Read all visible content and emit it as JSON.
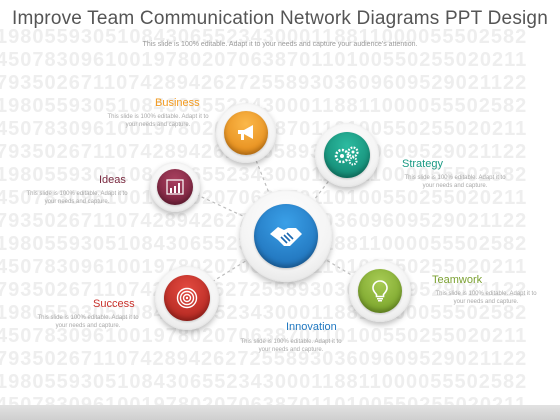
{
  "title": "Improve Team Communication Network Diagrams PPT Design",
  "subtitle": "This slide is 100% editable. Adapt it to your needs and capture your audience's attention.",
  "background_digits": [
    "19805593051084306552343000118811000055502582",
    "45078309610019780207063870110100550255020211",
    "79350267110742894262725589303609609529021122",
    "19805593051084306552343000118811000055502582",
    "45078309610019780207063870110100550255020211",
    "79350267110742894262725589303609609529021122",
    "19805593051084306552343000118811000055502582",
    "45078309610019780207063870110100550255020211",
    "79350267110742894262725589303609609529021122",
    "19805593051084306552343000118811000055502582",
    "45078309610019780207063870110100550255020211",
    "79350267110742894262725589303609609529021122",
    "19805593051084306552343000118811000055502582",
    "45078309610019780207063870110100550255020211",
    "79350267110742894262725589303609609529021122",
    "19805593051084306552343000118811000055502582",
    "45078309610019780207063870110100550255020211"
  ],
  "center": {
    "icon": "handshake-icon",
    "color": "#1f78c1"
  },
  "nodes": [
    {
      "id": "business",
      "label": "Business",
      "desc": "This slide is 100% editable. Adapt it to your needs and capture.",
      "icon": "megaphone-icon",
      "color": "#f29a1f",
      "label_color": "#f29a1f"
    },
    {
      "id": "strategy",
      "label": "Strategy",
      "desc": "This slide is 100% editable. Adapt it to your needs and capture.",
      "icon": "gears-icon",
      "color": "#1a9a84",
      "label_color": "#1a9a84"
    },
    {
      "id": "ideas",
      "label": "Ideas",
      "desc": "This slide is 100% editable. Adapt it to your needs and capture.",
      "icon": "bar-chart-icon",
      "color": "#8a2a4a",
      "label_color": "#7a2a40"
    },
    {
      "id": "teamwork",
      "label": "Teamwork",
      "desc": "This slide is 100% editable. Adapt it to your needs and capture.",
      "icon": "lightbulb-icon",
      "color": "#8db43a",
      "label_color": "#7aa030"
    },
    {
      "id": "success",
      "label": "Success",
      "desc": "This slide is 100% editable. Adapt it to your needs and capture.",
      "icon": "target-icon",
      "color": "#c8302a",
      "label_color": "#c8302a"
    },
    {
      "id": "innovation",
      "label": "Innovation",
      "desc": "This slide is 100% editable. Adapt it to your needs and capture.",
      "icon": "",
      "color": "#1f78c1",
      "label_color": "#1f78c1"
    }
  ]
}
